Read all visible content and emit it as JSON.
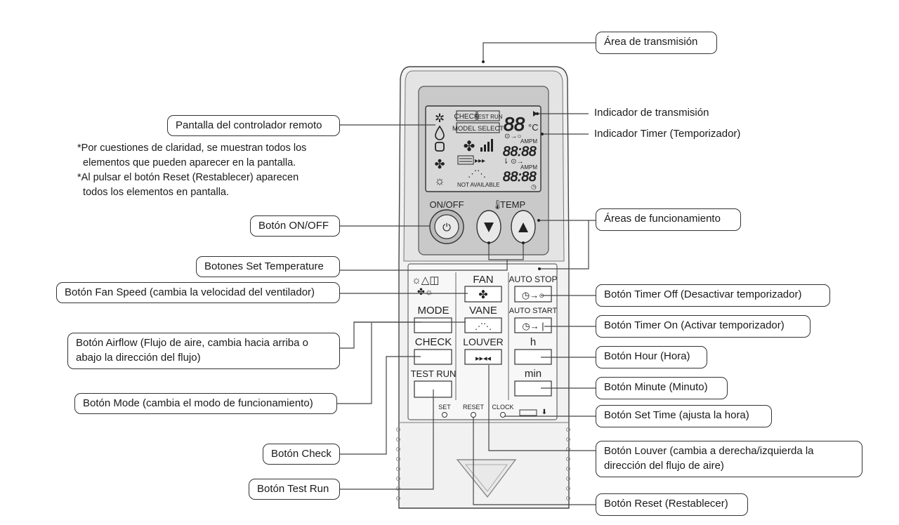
{
  "notes": [
    "*Por cuestiones de claridad, se muestran todos los",
    "  elementos que pueden aparecer en la pantalla.",
    "*Al pulsar el botón Reset (Restablecer) aparecen",
    "  todos los elementos en pantalla."
  ],
  "left_callouts": {
    "pantalla": "Pantalla del controlador remoto",
    "on_off": "Botón ON/OFF",
    "set_temp": "Botones Set Temperature",
    "fan_speed": "Botón Fan Speed (cambia la velocidad del ventilador)",
    "airflow": "Botón Airflow (Flujo de aire, cambia hacia arriba o abajo la dirección del flujo)",
    "mode": "Botón Mode (cambia el modo de funcionamiento)",
    "check": "Botón Check",
    "test_run": "Botón Test Run"
  },
  "right_callouts": {
    "area_transmision": "Área de transmisión",
    "indicador_transmision": "Indicador de transmisión",
    "indicador_timer": "Indicador Timer (Temporizador)",
    "areas_funcionamiento": "Áreas de funcionamiento",
    "timer_off": "Botón Timer Off (Desactivar temporizador)",
    "timer_on": "Botón Timer On (Activar temporizador)",
    "hour": "Botón Hour (Hora)",
    "minute": "Botón Minute (Minuto)",
    "set_time": "Botón Set Time (ajusta la hora)",
    "louver": "Botón Louver (cambia a derecha/izquierda la dirección del flujo de aire)",
    "reset": "Botón Reset (Restablecer)"
  },
  "remote": {
    "lcd": {
      "check": "CHECK",
      "test_run": "TEST RUN",
      "model_select": "MODEL SELECT",
      "not_available": "NOT AVAILABLE",
      "temp_digits": "88",
      "celsius": "°C",
      "ampm": "AMPM",
      "time_digits": "88:88"
    },
    "on_off": "ON/OFF",
    "temp": "TEMP",
    "fan": "FAN",
    "mode": "MODE",
    "vane": "VANE",
    "check": "CHECK",
    "louver": "LOUVER",
    "test_run": "TEST RUN",
    "auto_stop": "AUTO STOP",
    "auto_start": "AUTO START",
    "h": "h",
    "min": "min",
    "set": "SET",
    "reset": "RESET",
    "clock": "CLOCK"
  }
}
